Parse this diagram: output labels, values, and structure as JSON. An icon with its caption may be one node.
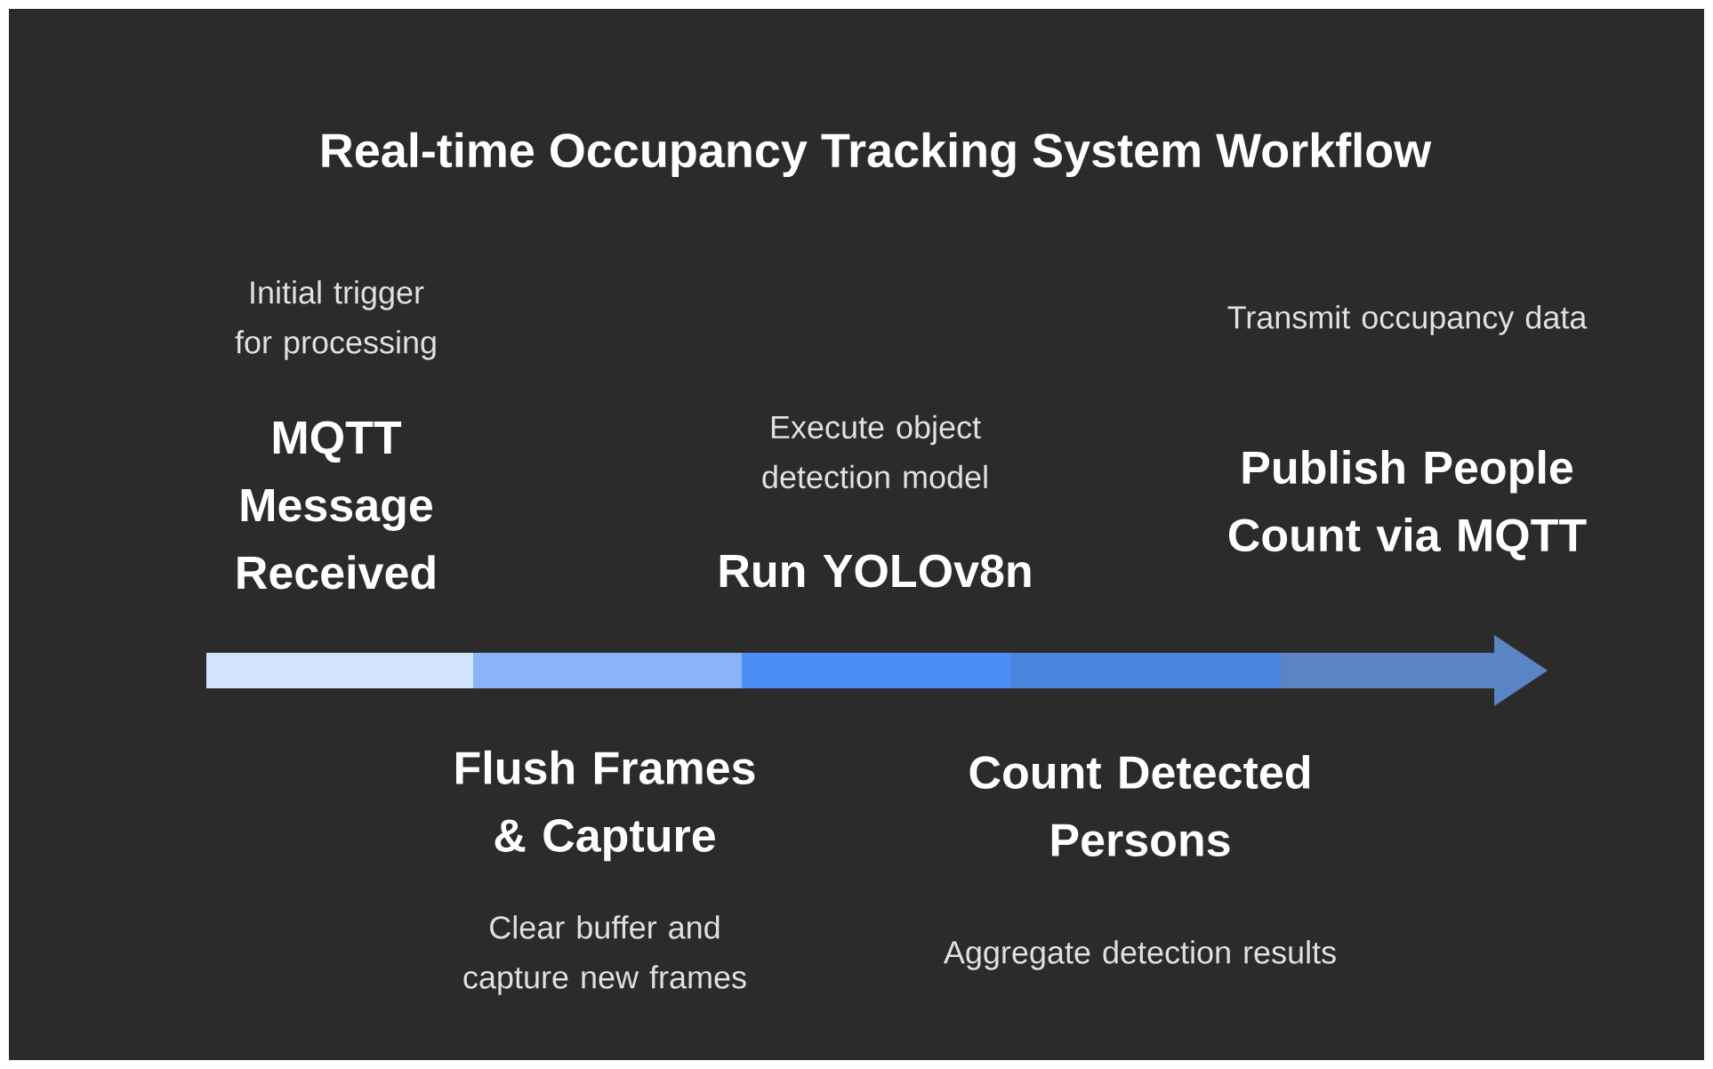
{
  "diagram": {
    "title": "Real-time Occupancy Tracking System Workflow",
    "nodes": [
      {
        "text": [
          "Initial trigger for processing",
          "MQTT Message Received"
        ]
      },
      {
        "text": [
          "Flush Frames & Capture",
          "Clear buffer and capture new frames"
        ]
      },
      {
        "text": [
          "Execute object detection model",
          "Run YOLOv8n"
        ]
      },
      {
        "text": [
          "Count Detected Persons",
          "Aggregate detection results"
        ]
      },
      {
        "text": [
          "Transmit occupancy data",
          "Publish People Count via MQTT"
        ]
      }
    ]
  }
}
